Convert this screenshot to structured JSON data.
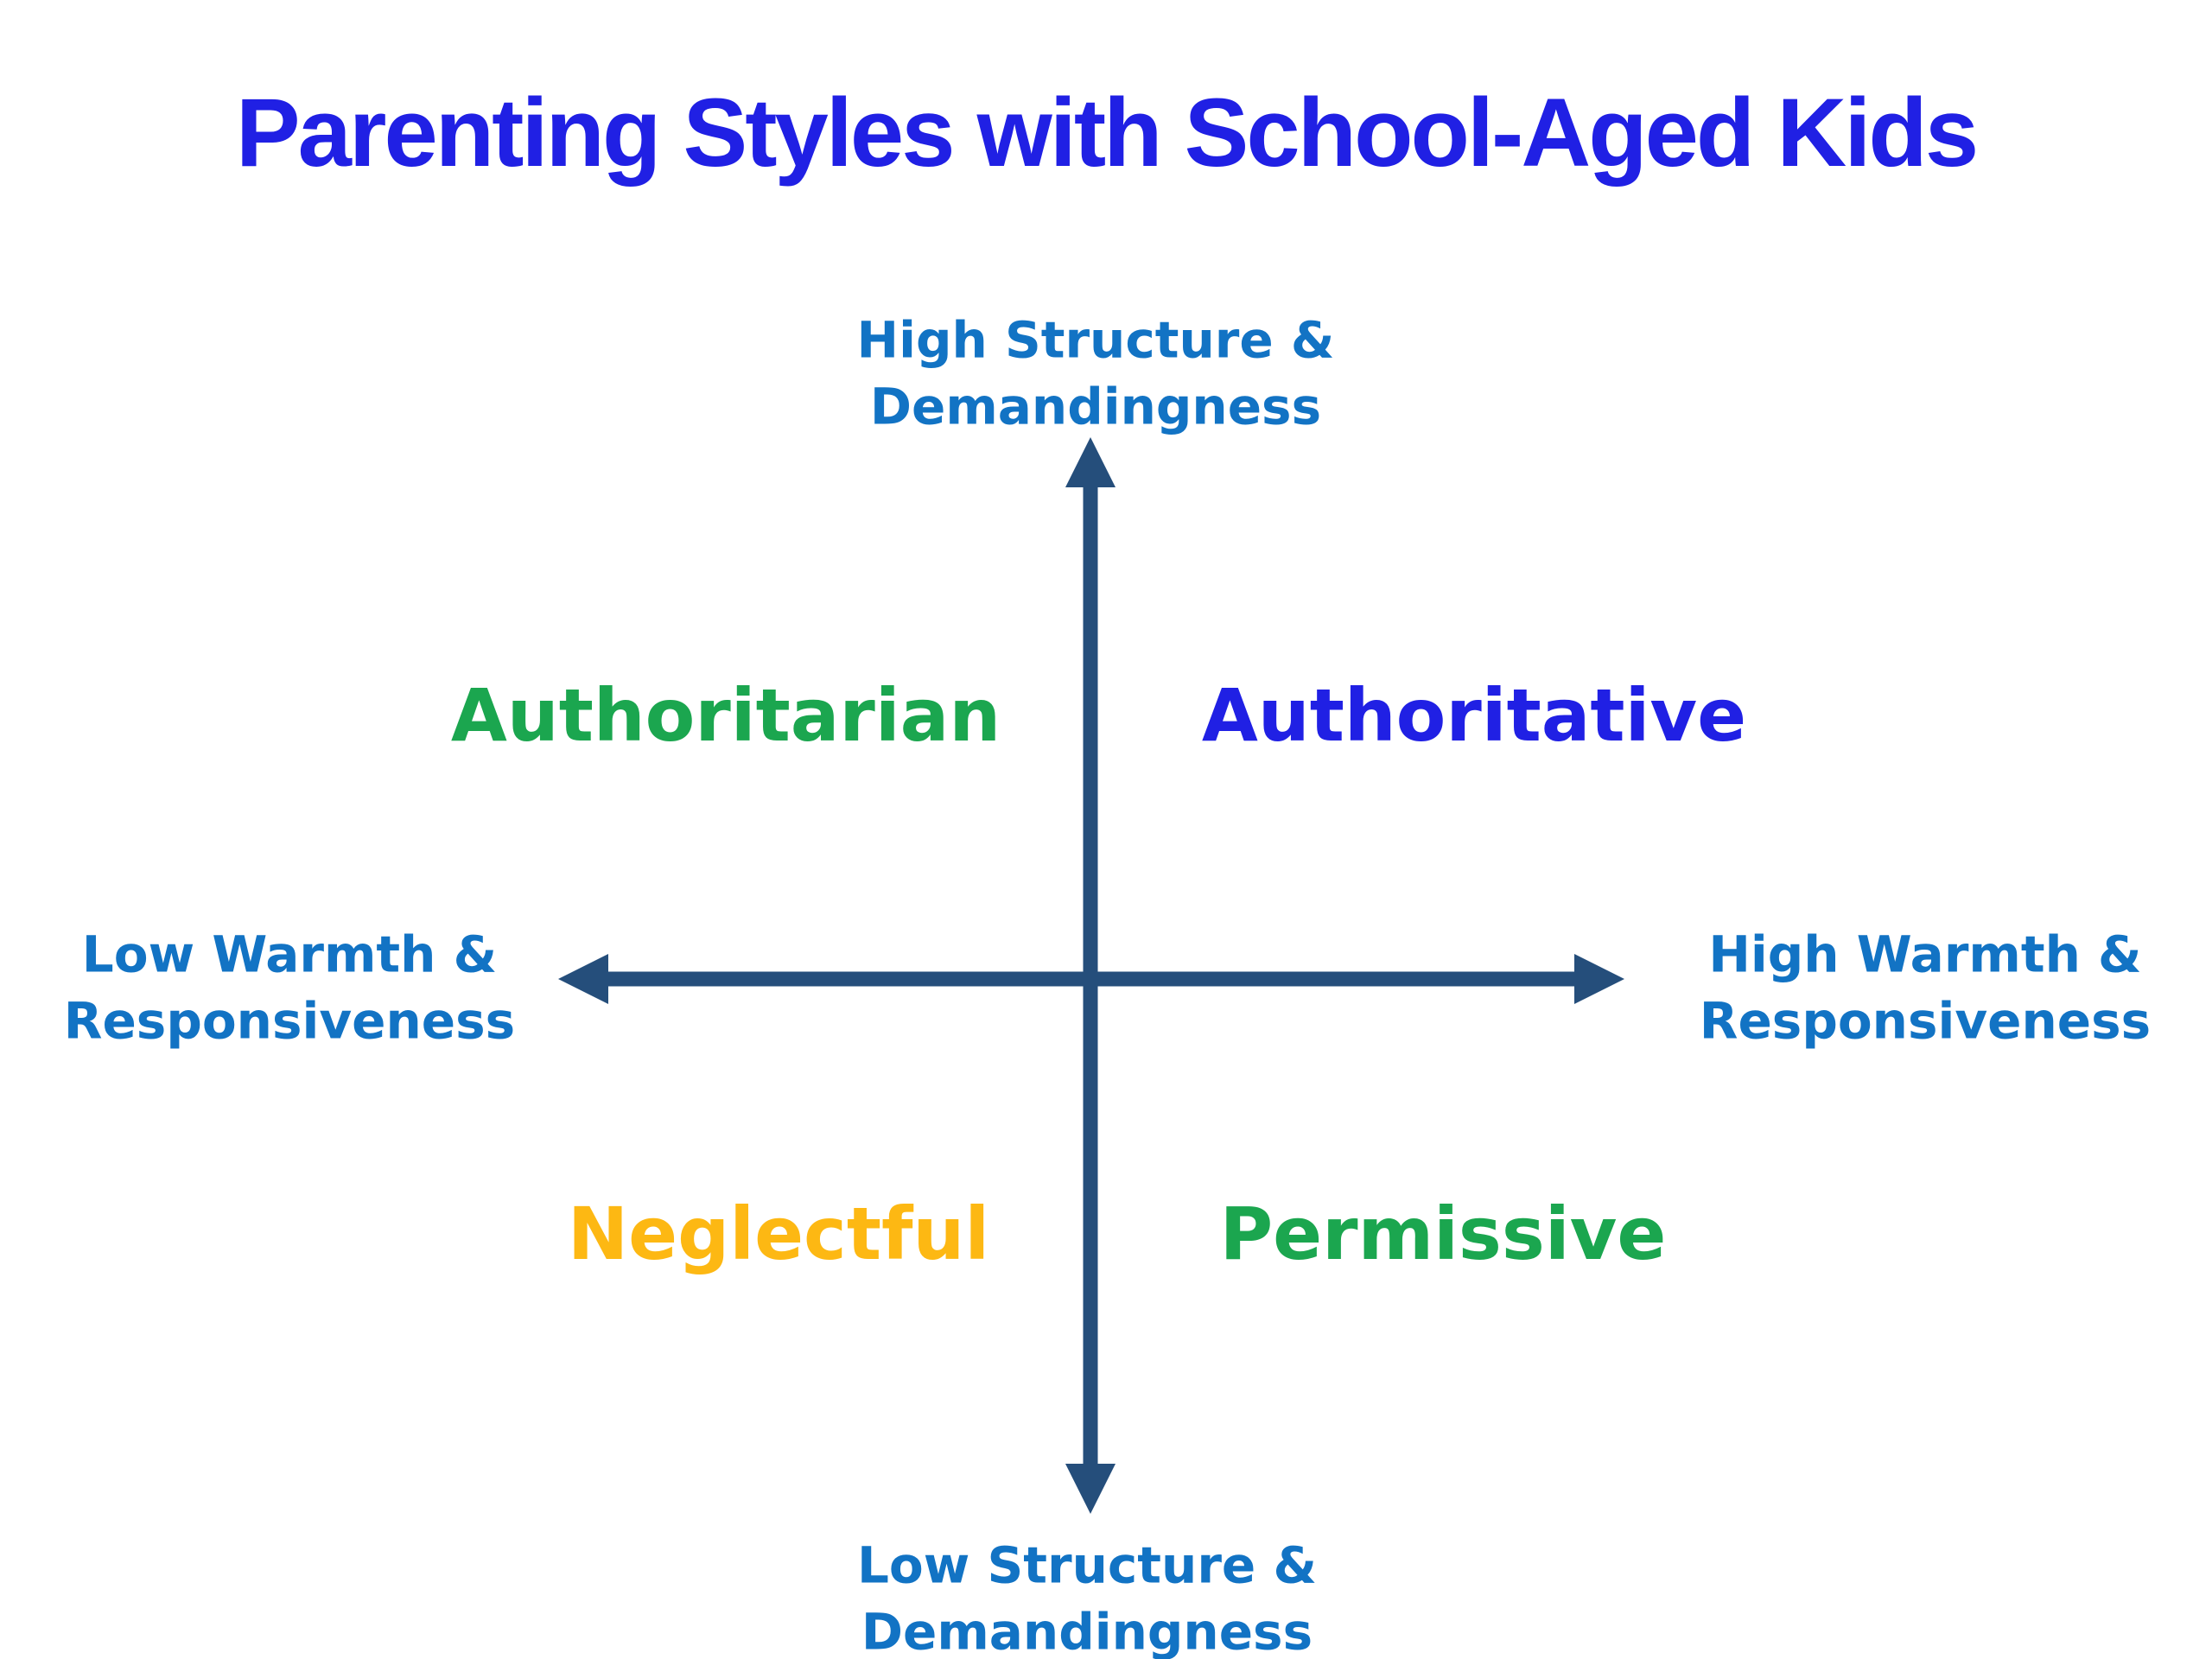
{
  "title": {
    "text": "Parenting Styles with School-Aged Kids",
    "color": "#2020E4"
  },
  "axes": {
    "color": "#254E7B",
    "label_color": "#1273C4",
    "top_label": {
      "line1": "High Structure &",
      "line2": "Demandingness"
    },
    "bottom_label": {
      "line1": "Low Structure &",
      "line2": "Demandingness"
    },
    "left_label": {
      "line1": "Low Warmth &",
      "line2": "Responsiveness"
    },
    "right_label": {
      "line1": "High Warmth &",
      "line2": "Responsiveness"
    }
  },
  "quadrants": [
    {
      "name": "Authoritarian",
      "color": "#1BA64F",
      "position": "top-left"
    },
    {
      "name": "Authoritative",
      "color": "#2020E4",
      "position": "top-right"
    },
    {
      "name": "Neglectful",
      "color": "#FDB813",
      "position": "bottom-left"
    },
    {
      "name": "Permissive",
      "color": "#1BA64F",
      "position": "bottom-right"
    }
  ]
}
